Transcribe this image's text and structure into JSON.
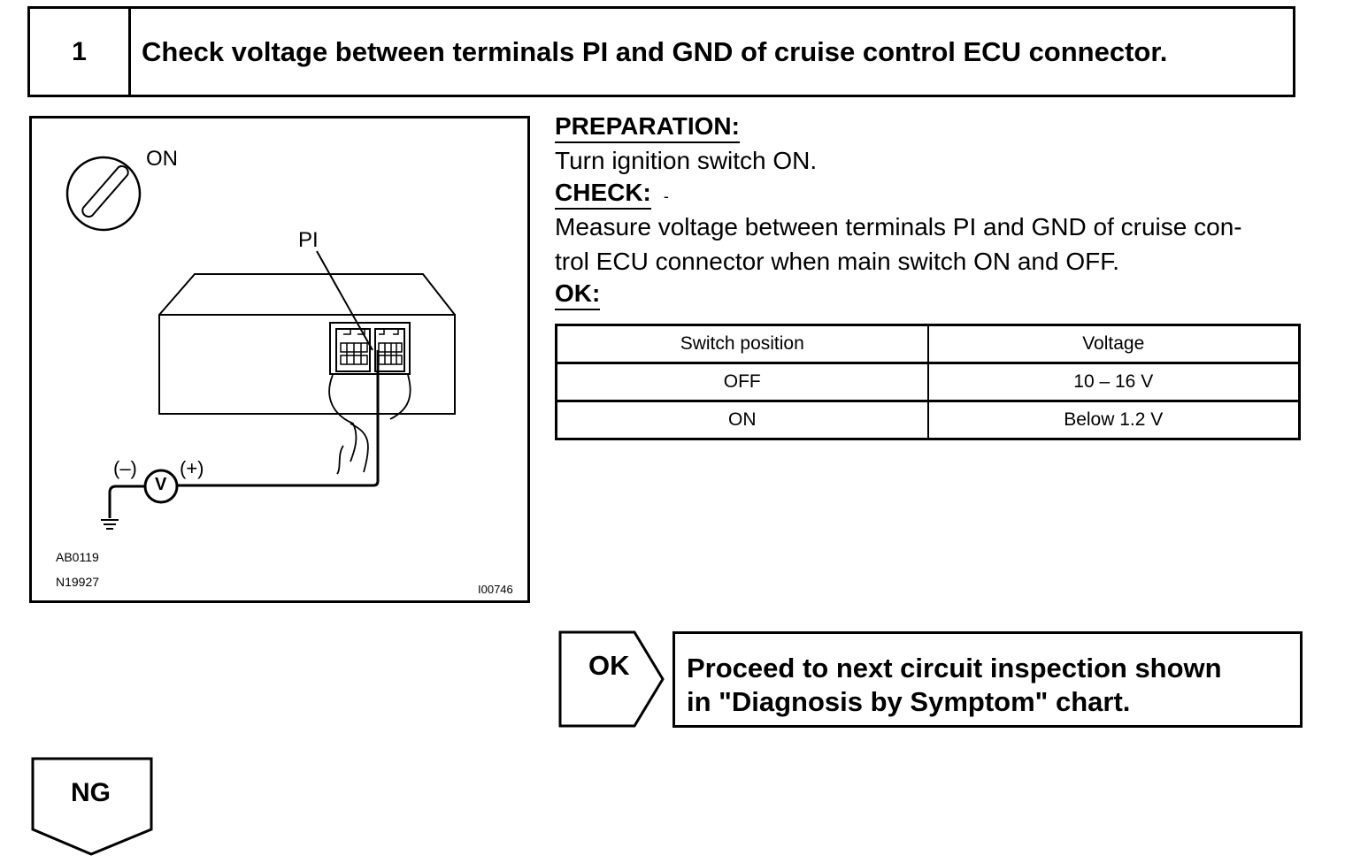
{
  "step": {
    "number": "1",
    "title": "Check voltage between terminals PI and GND of cruise control ECU connector."
  },
  "illustration": {
    "switch_label": "ON",
    "terminal_label": "PI",
    "meter_negative": "(–)",
    "meter_positive": "(+)",
    "meter_symbol": "V",
    "code_1": "AB0119",
    "code_2": "N19927",
    "code_3": "I00746"
  },
  "procedure": {
    "preparation_heading": "PREPARATION:",
    "preparation_text": "Turn ignition switch ON.",
    "check_heading": "CHECK:",
    "check_mark": "-",
    "check_line_1": "Measure voltage between terminals PI and GND of cruise con-",
    "check_line_2": "trol ECU connector when main switch ON and OFF.",
    "ok_heading": "OK:"
  },
  "spec_table": {
    "headers": [
      "Switch position",
      "Voltage"
    ],
    "rows": [
      [
        "OFF",
        "10 – 16 V"
      ],
      [
        "ON",
        "Below 1.2 V"
      ]
    ]
  },
  "outcomes": {
    "ok_label": "OK",
    "ok_line_1": "Proceed to next circuit inspection shown",
    "ok_line_2": "in \"Diagnosis by Symptom\" chart.",
    "ng_label": "NG"
  }
}
